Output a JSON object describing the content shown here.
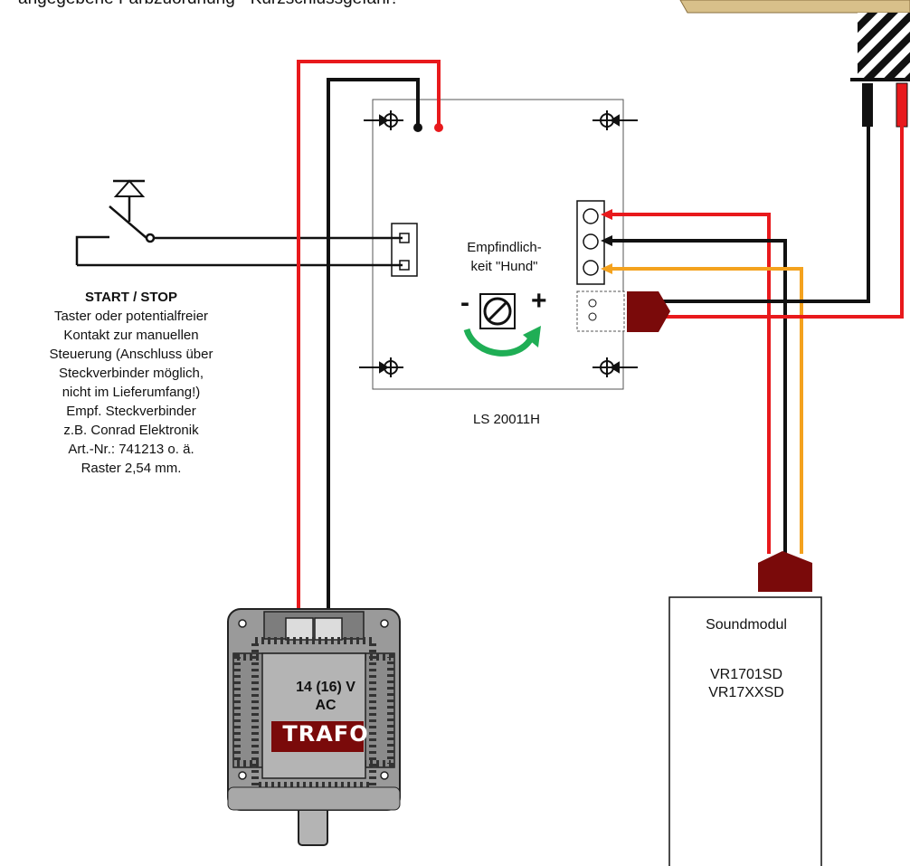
{
  "caption": "angegebene Farbzuordnung - Kurzschlussgefahr!",
  "board": {
    "name": "LS 20011H",
    "sensitivity_label_line1": "Empfindlich-",
    "sensitivity_label_line2": "keit \"Hund\"",
    "minus": "-",
    "plus": "+"
  },
  "start_stop": {
    "title": "START / STOP",
    "lines": [
      "Taster oder potentialfreier",
      "Kontakt zur manuellen",
      "Steuerung (Anschluss über",
      "Steckverbinder möglich,",
      "nicht im Lieferumfang!)",
      "Empf. Steckverbinder",
      "z.B. Conrad Elektronik",
      "Art.-Nr.: 741213 o. ä.",
      "Raster 2,54 mm."
    ]
  },
  "trafo": {
    "voltage_line1": "14 (16) V",
    "voltage_line2": "AC",
    "name": "TRAFO"
  },
  "sound_module": {
    "title": "Soundmodul",
    "model1": "VR1701SD",
    "model2": "VR17XXSD"
  },
  "colors": {
    "red_wire": "#e8191c",
    "black_wire": "#111111",
    "orange_wire": "#f4a21e",
    "plug": "#7a0a0a",
    "knob_arrow": "#1fae55",
    "trafo_body": "#9a9a9a"
  }
}
